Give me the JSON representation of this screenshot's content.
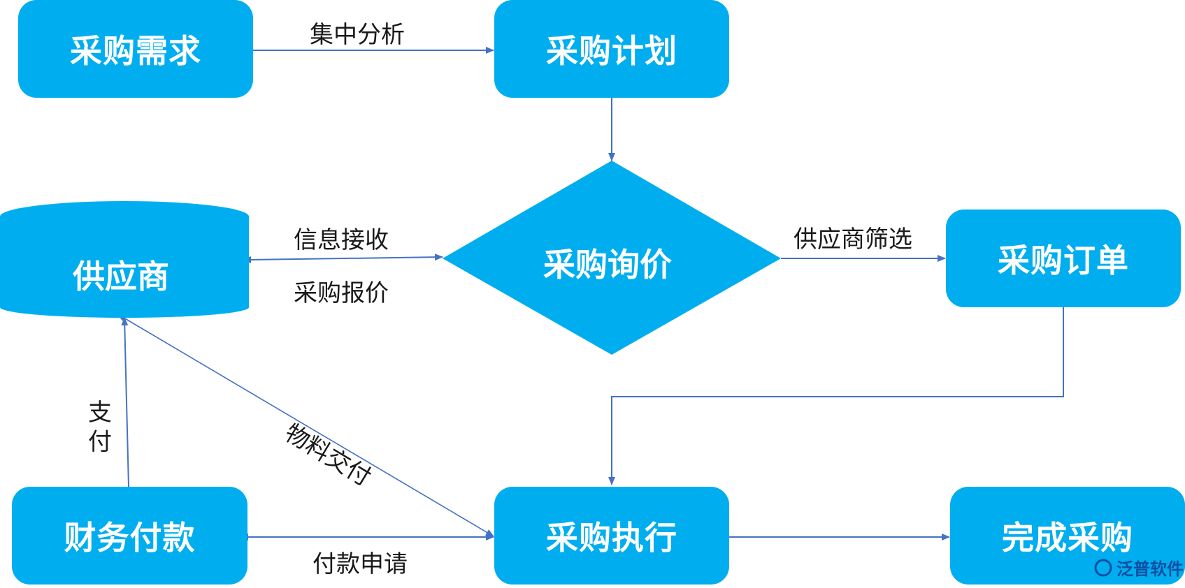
{
  "nodes": {
    "purchase_demand": "采购需求",
    "purchase_plan": "采购计划",
    "purchase_inquiry": "采购询价",
    "supplier": "供应商",
    "purchase_order": "采购订单",
    "finance_payment": "财务付款",
    "purchase_execution": "采购执行",
    "purchase_complete": "完成采购"
  },
  "edge_labels": {
    "centralized_analysis": "集中分析",
    "info_receive": "信息接收",
    "purchase_quote": "采购报价",
    "supplier_screening": "供应商筛选",
    "material_delivery": "物料交付",
    "payment": "支付",
    "payment_request": "付款申请"
  },
  "logo": {
    "brand": "泛普软件"
  },
  "colors": {
    "node_fill": "#00aeef",
    "edge": "#4472c4",
    "logo": "#0a4fa3"
  }
}
